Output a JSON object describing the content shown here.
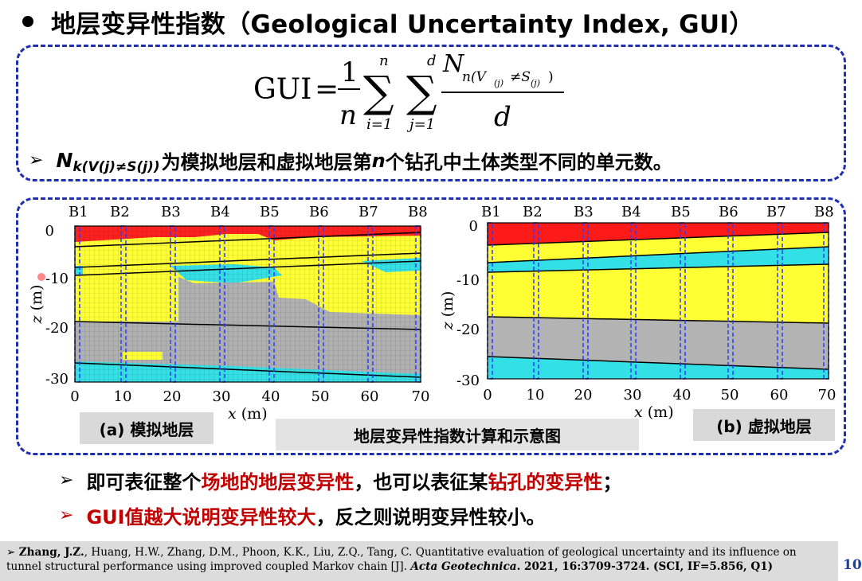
{
  "title": "地层变异性指数（Geological Uncertainty Index, GUI）",
  "formula": {
    "lhs": "GUI",
    "eq": "=",
    "num1": "1",
    "den1": "n",
    "sum1_top": "n",
    "sum1_bottom": "i=1",
    "sum2_top": "d",
    "sum2_bottom": "j=1",
    "frac_num_main": "N",
    "frac_num_sub": "n(V",
    "frac_num_sub2": "(j)",
    "frac_num_sub3": "≠S",
    "frac_num_sub4": "(j)",
    "frac_num_sub5": ")",
    "frac_den": "d"
  },
  "note": {
    "symbol": "N",
    "subscript": "k(V(j)≠S(j))",
    "text_a": "为模拟地层和虚拟地层第",
    "text_n": "n",
    "text_b": "个钻孔中土体类型不同的单元数。"
  },
  "boreholes": [
    "B1",
    "B2",
    "B3",
    "B4",
    "B5",
    "B6",
    "B7",
    "B8"
  ],
  "chart_a": {
    "ylabel_var": "z",
    "ylabel_unit": " (m)",
    "xlabel_var": "x",
    "xlabel_unit": " (m)",
    "y_ticks": [
      "0",
      "-10",
      "-20",
      "-30"
    ],
    "x_ticks": [
      "0",
      "10",
      "20",
      "30",
      "40",
      "50",
      "60",
      "70"
    ]
  },
  "chart_b": {
    "ylabel_var": "z",
    "ylabel_unit": " (m)",
    "xlabel_var": "x",
    "xlabel_unit": " (m)",
    "y_ticks": [
      "0",
      "-10",
      "-20",
      "-30"
    ],
    "x_ticks": [
      "0",
      "10",
      "20",
      "30",
      "40",
      "50",
      "60",
      "70"
    ]
  },
  "label_a": "(a) 模拟地层",
  "label_b": "(b) 虚拟地层",
  "caption": "地层变异性指数计算和示意图",
  "bullet1": {
    "a": "即可表征整个",
    "b": "场地的地层变异性",
    "c": "，也可以表征某",
    "d": "钻孔的变异性",
    "e": "；"
  },
  "bullet2": {
    "a": "GUI值越大说明变异性较大",
    "b": "，反之则说明变异性较小。"
  },
  "reference": {
    "arrow": "➢",
    "author1": "Zhang, J.Z.",
    "rest1": ", Huang, H.W., Zhang, D.M., Phoon, K.K., Liu, Z.Q., Tang, C. Quantitative evaluation of geological uncertainty and its influence on tunnel structural performance using improved coupled Markov chain [J]. ",
    "journal": "Acta Geotechnica",
    "rest2": ". 2021, 16:3709-3724. (SCI, IF=5.856, Q1)"
  },
  "page_number": "10",
  "colors": {
    "red": "#ff0000",
    "yellow": "#ffff33",
    "cyan": "#33e0e6",
    "gray": "#b0b0b0",
    "blue_dash": "#1f2fb0",
    "accent_red": "#c00000"
  }
}
